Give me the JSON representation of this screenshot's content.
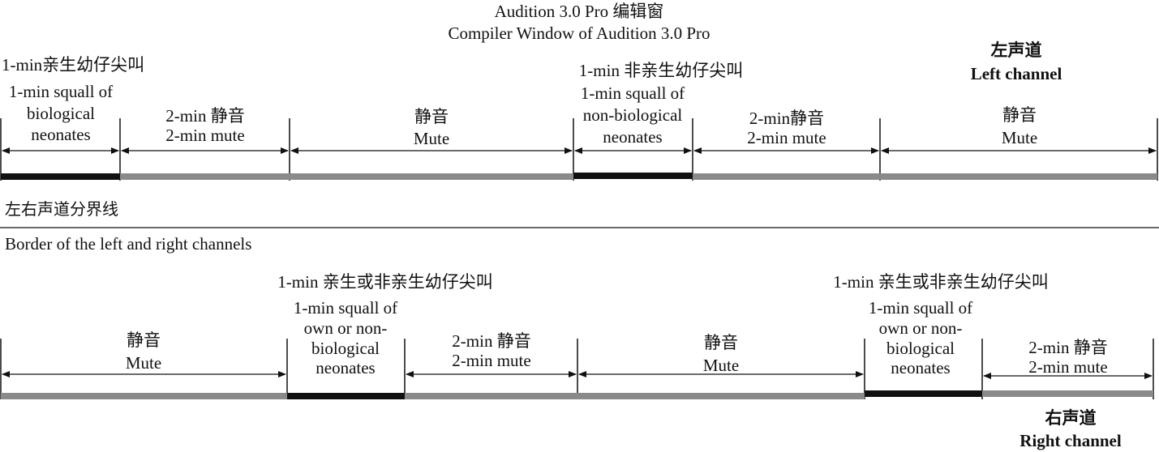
{
  "header": {
    "title_cn": "Audition 3.0 Pro 编辑窗",
    "title_en": "Compiler Window of Audition 3.0 Pro"
  },
  "left_channel": {
    "label_cn": "左声道",
    "label_en": "Left channel",
    "segments": [
      {
        "cn": "1-min亲生幼仔尖叫",
        "en": [
          "1-min squall of",
          "biological",
          "neonates"
        ],
        "bar": "squall"
      },
      {
        "cn": "2-min 静音",
        "en": [
          "2-min mute"
        ],
        "bar": "mute"
      },
      {
        "cn": "静音",
        "en": [
          "Mute"
        ],
        "bar": "mute"
      },
      {
        "cn": "1-min 非亲生幼仔尖叫",
        "en": [
          "1-min squall of",
          "non-biological",
          "neonates"
        ],
        "bar": "squall"
      },
      {
        "cn": "2-min静音",
        "en": [
          "2-min mute"
        ],
        "bar": "mute"
      },
      {
        "cn": "静音",
        "en": [
          "Mute"
        ],
        "bar": "mute"
      }
    ]
  },
  "border": {
    "label_cn": "左右声道分界线",
    "label_en": "Border of the left and right channels"
  },
  "right_channel": {
    "label_cn": "右声道",
    "label_en": "Right channel",
    "segments": [
      {
        "cn": "静音",
        "en": [
          "Mute"
        ],
        "bar": "mute"
      },
      {
        "cn": "1-min 亲生或非亲生幼仔尖叫",
        "en": [
          "1-min squall of",
          "own or non-",
          "biological",
          "neonates"
        ],
        "bar": "squall"
      },
      {
        "cn": "2-min 静音",
        "en": [
          "2-min mute"
        ],
        "bar": "mute"
      },
      {
        "cn": "静音",
        "en": [
          "Mute"
        ],
        "bar": "mute"
      },
      {
        "cn": "1-min 亲生或非亲生幼仔尖叫",
        "en": [
          "1-min squall of",
          "own or non-",
          "biological",
          "neonates"
        ],
        "bar": "squall"
      },
      {
        "cn": "2-min 静音",
        "en": [
          "2-min mute"
        ],
        "bar": "mute"
      }
    ]
  },
  "colors": {
    "squall_bar": "#111111",
    "mute_bar": "#8a8a8a",
    "line": "#111111"
  }
}
